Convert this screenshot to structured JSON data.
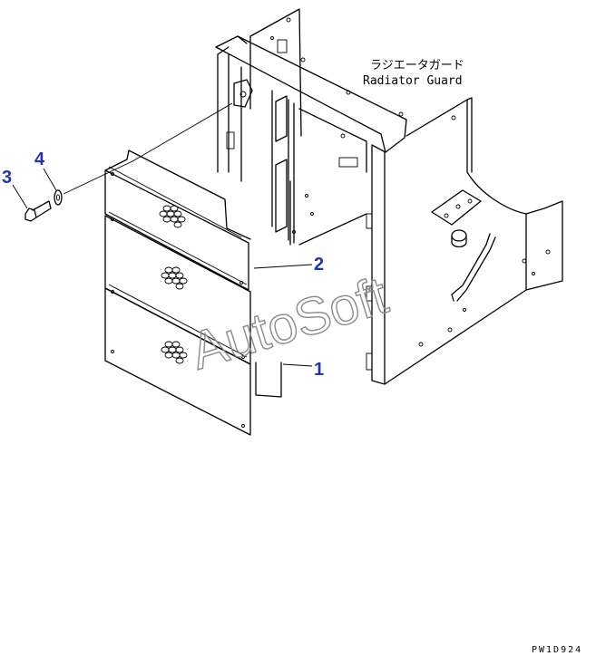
{
  "diagram": {
    "title_jp": "ラジエータガード",
    "title_en": "Radiator Guard",
    "callouts": [
      "1",
      "2",
      "3",
      "4"
    ],
    "figure_code": "PW1D924",
    "watermark": "AutoSoft"
  },
  "colors": {
    "line": "#000000",
    "callout": "#2233bb",
    "watermark": "#8a8a8a"
  }
}
